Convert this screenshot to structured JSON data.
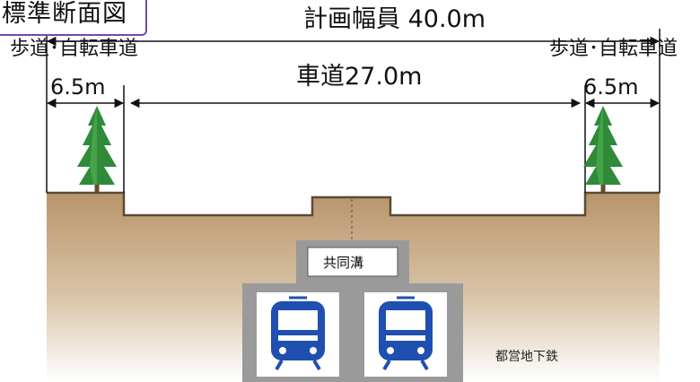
{
  "title_badge": "標準断面図",
  "dimensions": {
    "total_width": "計画幅員  40.0m",
    "walkway_label_left": "歩道･自転車道",
    "walkway_label_right": "歩道･自転車道",
    "walkway_width_left": "6.5m",
    "walkway_width_right": "6.5m",
    "roadway_width": "車道27.0m"
  },
  "underground": {
    "utility_duct_label": "共同溝",
    "subway_label": "都営地下鉄",
    "train_icons": [
      "train-icon",
      "train-icon"
    ]
  },
  "colors": {
    "badge_border": "#6f4bb0",
    "soil": "#b8946a",
    "ground_surface": "#5b4a38",
    "structure_gray": "#9a9a9a",
    "train_blue": "#1f4fb0",
    "tree_green": "#2f8a3a"
  }
}
